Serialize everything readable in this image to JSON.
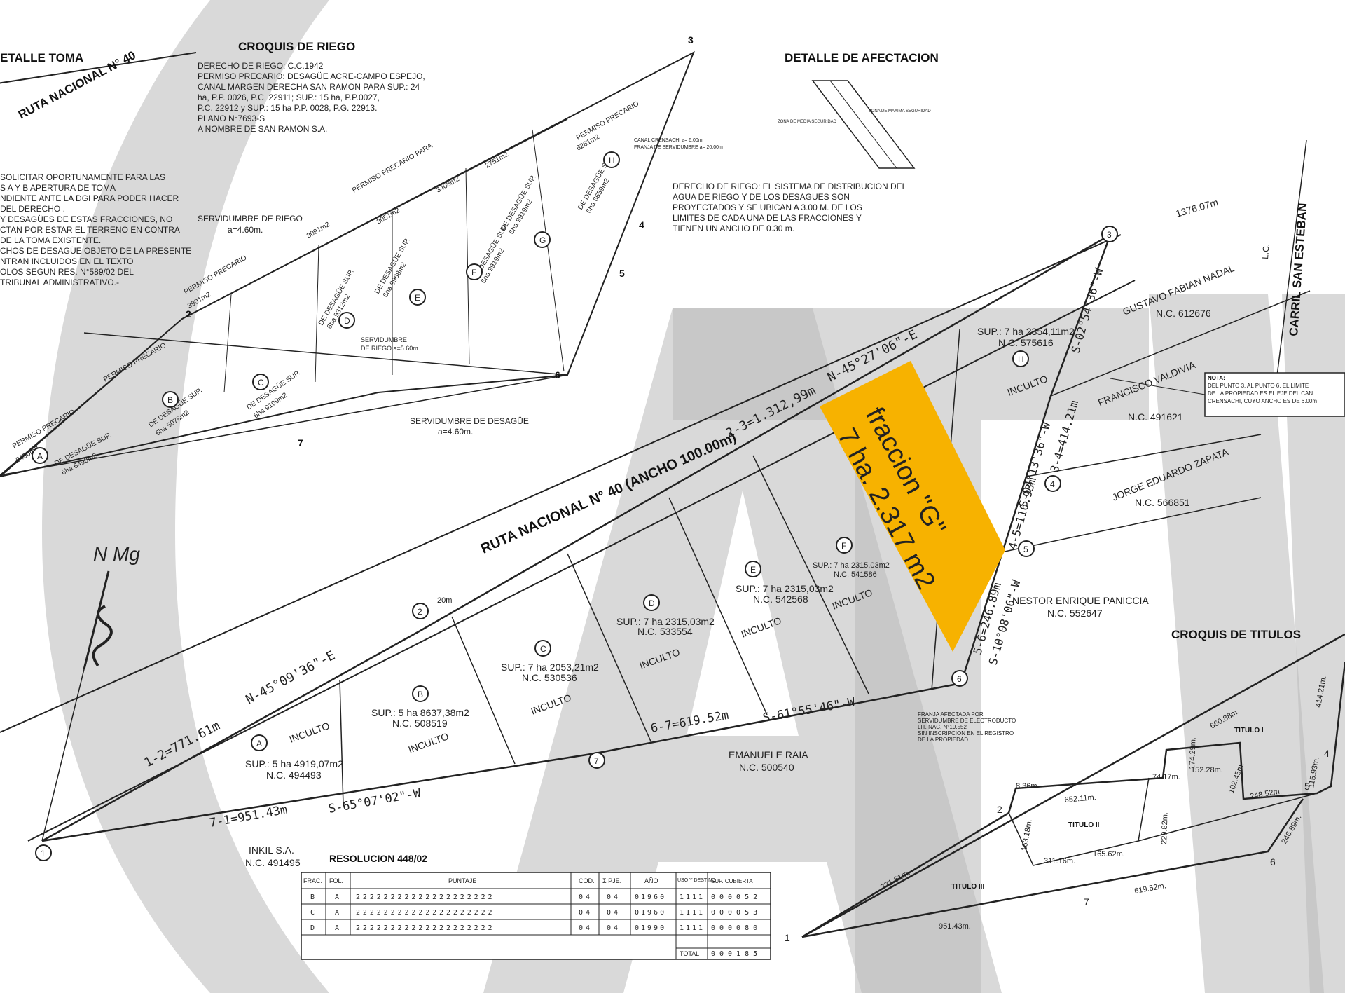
{
  "titles": {
    "croquis_riego": "CROQUIS DE RIEGO",
    "detalle_toma": "ETALLE TOMA",
    "detalle_afectacion": "DETALLE DE AFECTACION",
    "croquis_titulos": "CROQUIS DE TITULOS",
    "resolucion": "RESOLUCION 448/02"
  },
  "riego_notes": [
    "DERECHO DE RIEGO: C.C.1942",
    "PERMISO PRECARIO: DESAGÜE ACRE-CAMPO ESPEJO,",
    "CANAL MARGEN DERECHA SAN RAMON PARA SUP.: 24",
    "ha, P.P. 0026, P.C. 22911; SUP.: 15 ha, P.P.0027,",
    "P.C. 22912 y SUP.: 15 ha P.P. 0028, P.G. 22913.",
    "PLANO N°7693-S",
    "A NOMBRE DE SAN RAMON S.A."
  ],
  "left_notes": [
    "SOLICITAR OPORTUNAMENTE PARA LAS",
    "S A Y B APERTURA DE TOMA",
    "NDIENTE ANTE LA DGI PARA PODER HACER",
    "DEL DERECHO .",
    "Y DESAGÜES DE ESTAS FRACCIONES, NO",
    "CTAN POR ESTAR EL TERRENO EN CONTRA",
    "DE LA TOMA EXISTENTE.",
    "CHOS DE DESAGÜE OBJETO DE LA PRESENTE",
    "NTRAN INCLUIDOS EN EL TEXTO",
    "OLOS SEGUN RES. N°589/02 DEL",
    "TRIBUNAL ADMINISTRATIVO.-"
  ],
  "derecho_note": [
    "DERECHO DE RIEGO: EL SISTEMA DE DISTRIBUCION DEL",
    "AGUA DE RIEGO Y DE LOS DESAGUES SON",
    "PROYECTADOS Y SE UBICAN A 3.00 M. DE LOS",
    "LIMITES DE CADA UNA DE LAS FRACCIONES Y",
    "TIENEN UN ANCHO DE 0.30 m."
  ],
  "ruta": {
    "main": "RUTA NACIONAL N° 40  (ANCHO 100.00m)",
    "toma": "RUTA NACIONAL N° 40"
  },
  "highlight": {
    "label": "fraccion \"G\"",
    "area": "7 ha. 2.317 m2",
    "color": "#f7b200"
  },
  "north": "N Mg",
  "sides": {
    "s12": "1-2=771.61m",
    "b12": "N-45°09'36\"-E",
    "s23": "2-3=1.312,99m",
    "b23": "N-45°27'06\"-E",
    "s34": "3-4=414.21m",
    "b34": "S-02°54'36\"-W",
    "s45": "4-5=116.93m",
    "b45": "S-04°13'36\"-W",
    "s56": "5-6=246.89m",
    "b56": "S-10°08'06\"-W",
    "s67": "6-7=619.52m",
    "b67": "S-61°55'46\"-W",
    "s71": "7-1=951.43m",
    "b71": "S-65°07'02\"-W"
  },
  "fractions": [
    {
      "letter": "A",
      "sup": "SUP.: 5 ha 4919,07m2",
      "nc": "N.C. 494493",
      "estado": "INCULTO"
    },
    {
      "letter": "B",
      "sup": "SUP.: 5 ha 8637,38m2",
      "nc": "N.C. 508519",
      "estado": "INCULTO"
    },
    {
      "letter": "C",
      "sup": "SUP.: 7 ha 2053,21m2",
      "nc": "N.C. 530536",
      "estado": "INCULTO"
    },
    {
      "letter": "D",
      "sup": "SUP.: 7 ha 2315,03m2",
      "nc": "N.C. 533554",
      "estado": "INCULTO"
    },
    {
      "letter": "E",
      "sup": "SUP.: 7 ha 2315,03m2",
      "nc": "N.C. 542568",
      "estado": "INCULTO"
    },
    {
      "letter": "F",
      "sup": "SUP.: 7 ha 2315,03m2",
      "nc": "N.C. 541586",
      "estado": "INCULTO"
    },
    {
      "letter": "H",
      "sup": "SUP.: 7 ha 2354,11m2",
      "nc": "N.C. 575616",
      "estado": "INCULTO"
    }
  ],
  "owners": [
    {
      "name": "GUSTAVO FABIAN NADAL",
      "nc": "N.C. 612676"
    },
    {
      "name": "FRANCISCO VALDIVIA",
      "nc": "N.C. 491621"
    },
    {
      "name": "JORGE EDUARDO ZAPATA",
      "nc": "N.C. 566851"
    },
    {
      "name": "NESTOR ENRIQUE PANICCIA",
      "nc": "N.C. 552647"
    },
    {
      "name": "EMANUELE RAIA",
      "nc": "N.C. 500540"
    },
    {
      "name": "INKIL S.A.",
      "nc": "N.C. 491495"
    }
  ],
  "carril": "CARRIL SAN ESTEBAN",
  "lc": "L.C.",
  "dist_1376": "1376.07m",
  "nota": [
    "NOTA:",
    "DEL PUNTO 3, AL PUNTO 6, EL LIMITE",
    "DE LA PROPIEDAD ES EL EJE DEL CAN",
    "CRENSACHI, CUYO ANCHO ES DE 6.00m"
  ],
  "servidumbre": {
    "riego": "SERVIDUMBRE DE RIEGO",
    "riego_w": "a=4.60m.",
    "desague": "SERVIDUMBRE DE DESAGÜE",
    "desague_w": "a=4.60m.",
    "riego_mid": "SERVIDUMBRE",
    "riego_mid2": "DE RIEGO a=5.60m"
  },
  "franja": [
    "FRANJA AFECTADA POR",
    "SERVIDUMBRE DE ELECTRODUCTO",
    "LIT. NAC. N°19.552",
    "SIN INSCRIPCION EN EL REGISTRO",
    "DE LA PROPIEDAD"
  ],
  "riego_fracs": [
    {
      "letter": "A",
      "txt": "DE DESAGÜE SUP.",
      "sup": "6ha 6490m2"
    },
    {
      "letter": "B",
      "txt": "DE DESAGÜE SUP.",
      "sup": "6ha 5078m2"
    },
    {
      "letter": "C",
      "txt": "DE DESAGÜE SUP.",
      "sup": "6ha 9109m2"
    },
    {
      "letter": "D",
      "txt": "DE DESAGÜE SUP.",
      "sup": "6ha 9312m2"
    },
    {
      "letter": "E",
      "txt": "DE DESAGÜE SUP.",
      "sup": "6ha 9968m2"
    },
    {
      "letter": "F",
      "txt": "DE DESAGÜE SUP.",
      "sup": "6ha 9919m2"
    },
    {
      "letter": "G",
      "txt": "DE DESAGÜE SUP.",
      "sup": "6ha 9919m2"
    },
    {
      "letter": "H",
      "txt": "DE DESAGÜE SUP.",
      "sup": "6ha 6659m2"
    }
  ],
  "permisos": [
    "PERMISO PRECARIO",
    "PERMISO PRECARIO",
    "PERMISO PRECARIO",
    "PERMISO PRECARIO PARA",
    "PERMISO PRECARIO"
  ],
  "permiso_areas": [
    "8450m2",
    "3901m2",
    "3091m2",
    "3051m2",
    "3408m2",
    "2751m2",
    "6261m2"
  ],
  "titulos": {
    "t1": "TITULO I",
    "t2": "TITULO II",
    "t3": "TITULO III",
    "d": [
      "771.61m.",
      "951.43m.",
      "619.52m.",
      "652.11m.",
      "8.36m.",
      "163.18m.",
      "311.16m.",
      "165.62m.",
      "229.82m.",
      "74.17m.",
      "152.28m.",
      "174.29m.",
      "102.45m.",
      "248.52m.",
      "115.93m.",
      "246.89m.",
      "660.88m.",
      "414.21m."
    ],
    "points": [
      "1",
      "2",
      "4",
      "5",
      "6",
      "7"
    ]
  },
  "table": {
    "headers": [
      "FRAC.",
      "FOL.",
      "PUNTAJE",
      "COD.",
      "Σ PJE.",
      "AÑO",
      "USO Y DESTINO",
      "SUP. CUBIERTA"
    ],
    "rows": [
      {
        "frac": "B",
        "fol": "A",
        "puntaje": "22222222222222222222",
        "cod": "04",
        "pje": "04",
        "anio": "01960",
        "uso": "1111",
        "sup": "000052"
      },
      {
        "frac": "C",
        "fol": "A",
        "puntaje": "22222222222222222222",
        "cod": "04",
        "pje": "04",
        "anio": "01960",
        "uso": "1111",
        "sup": "000053"
      },
      {
        "frac": "D",
        "fol": "A",
        "puntaje": "22222222222222222222",
        "cod": "04",
        "pje": "04",
        "anio": "01990",
        "uso": "1111",
        "sup": "000080"
      }
    ],
    "total_label": "TOTAL",
    "total": "000185"
  },
  "points": [
    "1",
    "2",
    "3",
    "4",
    "5",
    "6",
    "7"
  ],
  "riego_points": [
    "2",
    "3",
    "4",
    "5",
    "6",
    "7"
  ],
  "dim_20m": "20m",
  "riego_small": [
    "CANAL CRENSACHI a= 6.00m",
    "FRANJA DE SERVIDUMBRE a= 20.00m"
  ],
  "afect_small": [
    "ZONA DE MEDIA SEGURIDAD",
    "ZONA DE MAXIMA SEGURIDAD"
  ]
}
